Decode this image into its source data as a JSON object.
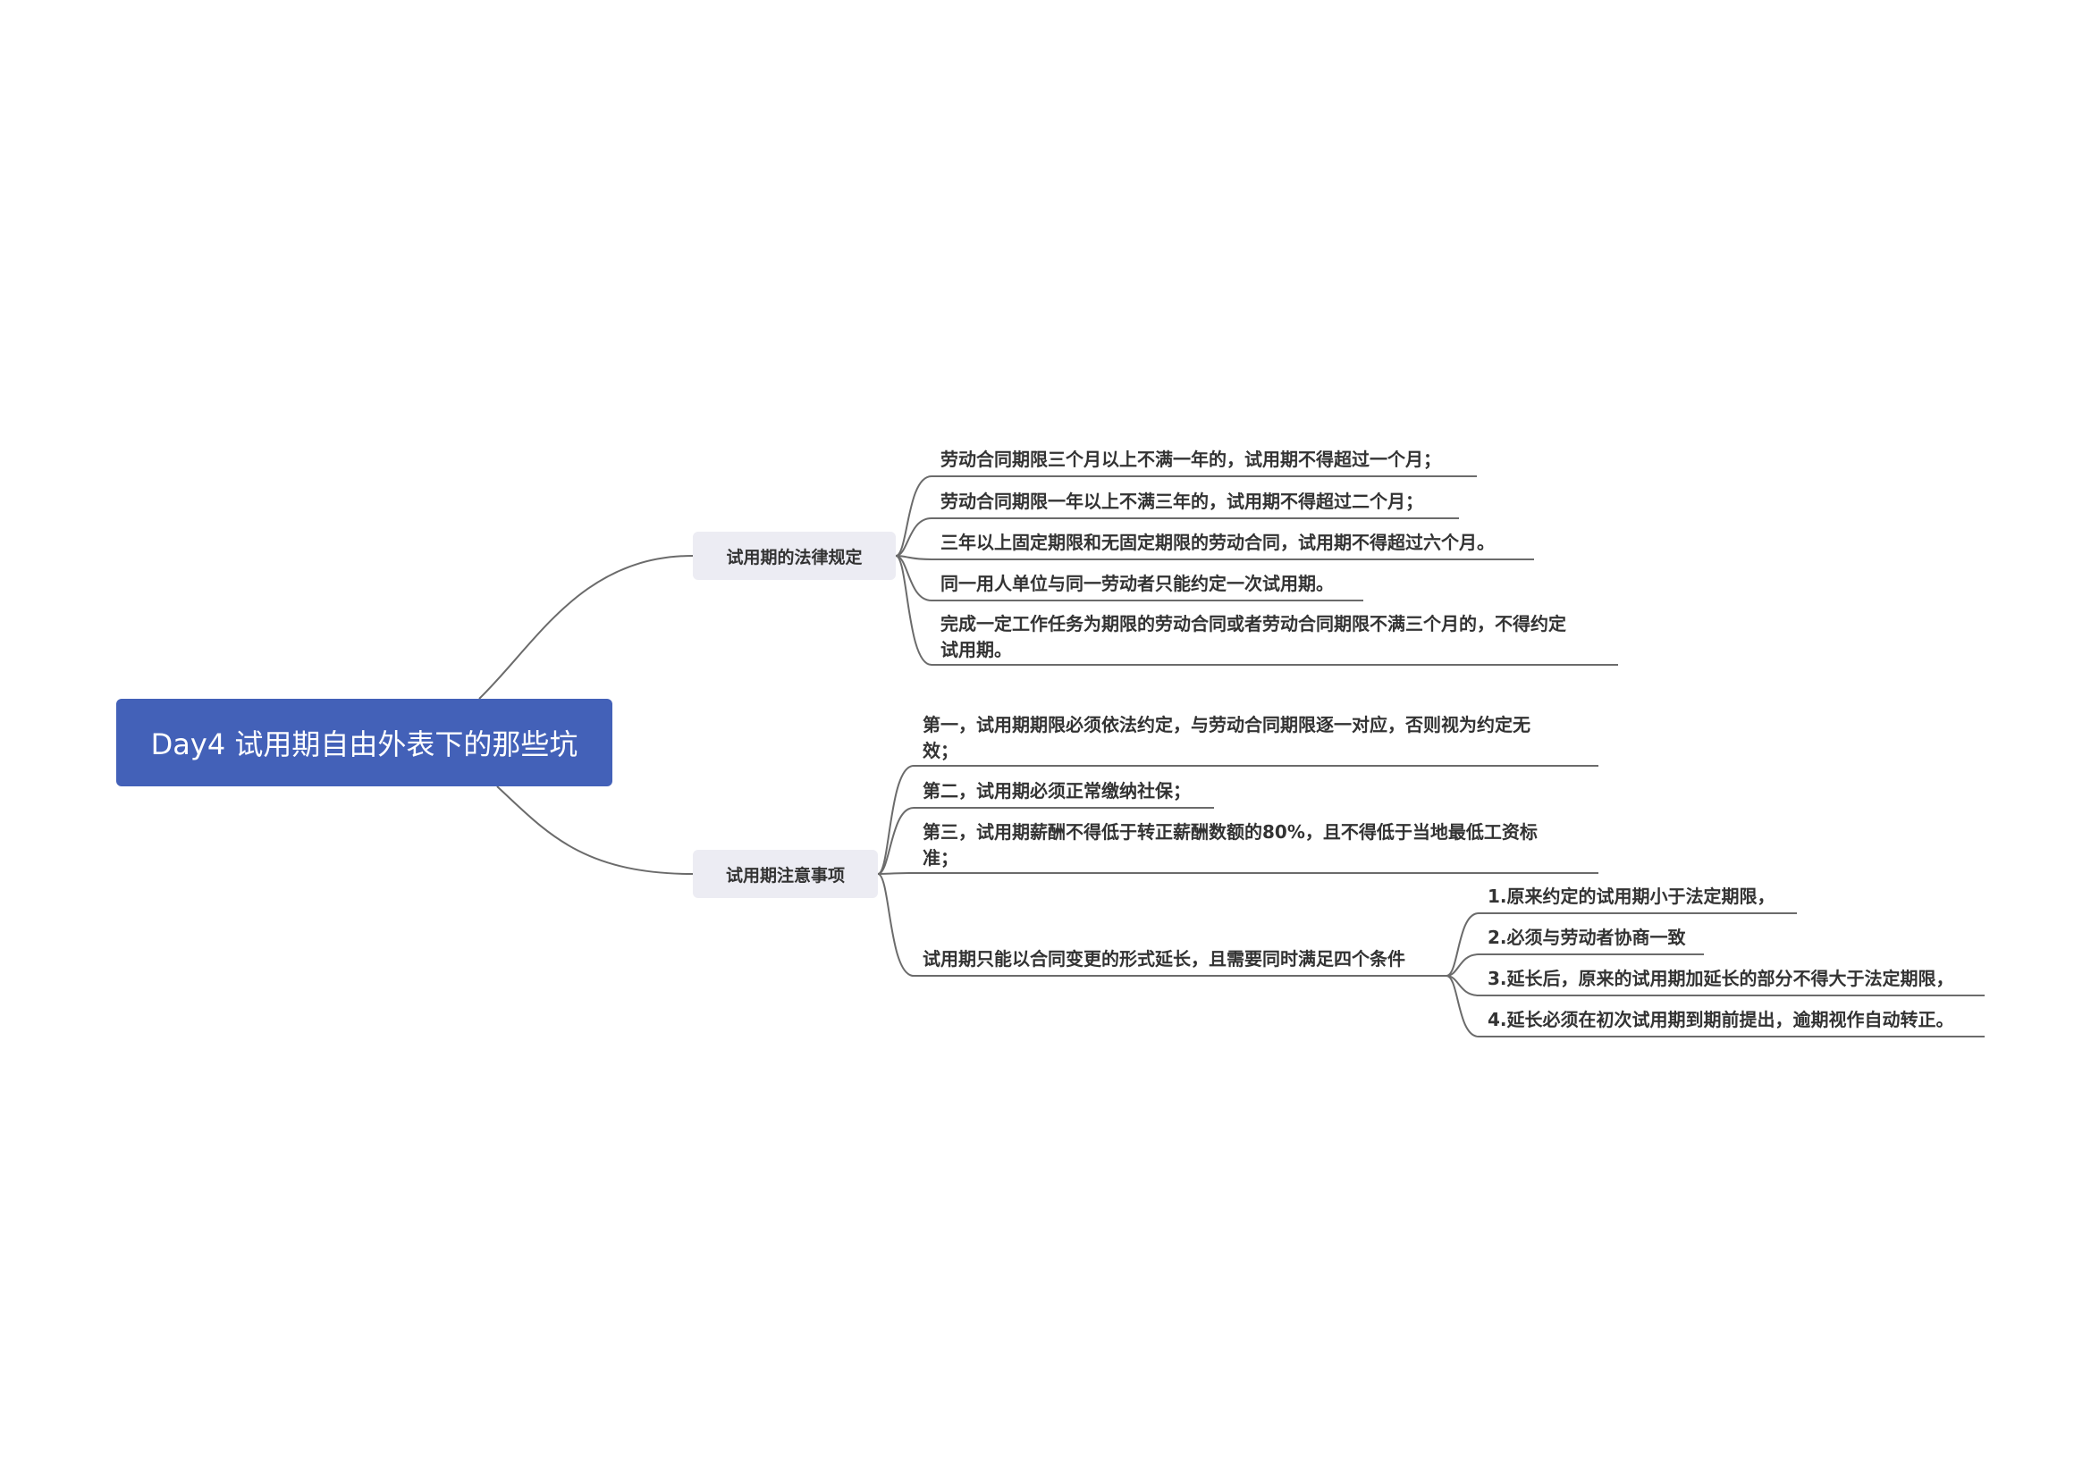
{
  "root": {
    "title": "Day4 试用期自由外表下的那些坑"
  },
  "branches": [
    {
      "label": "试用期的法律规定",
      "items": [
        {
          "text": "劳动合同期限三个月以上不满一年的，试用期不得超过一个月；"
        },
        {
          "text": "劳动合同期限一年以上不满三年的，试用期不得超过二个月；"
        },
        {
          "text": "三年以上固定期限和无固定期限的劳动合同，试用期不得超过六个月。"
        },
        {
          "text": "同一用人单位与同一劳动者只能约定一次试用期。"
        },
        {
          "line1": "完成一定工作任务为期限的劳动合同或者劳动合同期限不满三个月的，不得约定",
          "line2": "试用期。"
        }
      ]
    },
    {
      "label": "试用期注意事项",
      "items": [
        {
          "line1": "第一，试用期期限必须依法约定，与劳动合同期限逐一对应，否则视为约定无",
          "line2": "效；"
        },
        {
          "text": "第二，试用期必须正常缴纳社保；"
        },
        {
          "line1": "第三，试用期薪酬不得低于转正薪酬数额的80%，且不得低于当地最低工资标",
          "line2": "准；"
        },
        {
          "text": "试用期只能以合同变更的形式延长，且需要同时满足四个条件",
          "children": [
            {
              "text": "1.原来约定的试用期小于法定期限，"
            },
            {
              "text": "2.必须与劳动者协商一致"
            },
            {
              "text": "3.延长后，原来的试用期加延长的部分不得大于法定期限，"
            },
            {
              "text": "4.延长必须在初次试用期到期前提出，逾期视作自动转正。"
            }
          ]
        }
      ]
    }
  ],
  "colors": {
    "root_bg": "#4361b8",
    "branch_bg": "#ececf3",
    "line": "#6b6b6b"
  }
}
